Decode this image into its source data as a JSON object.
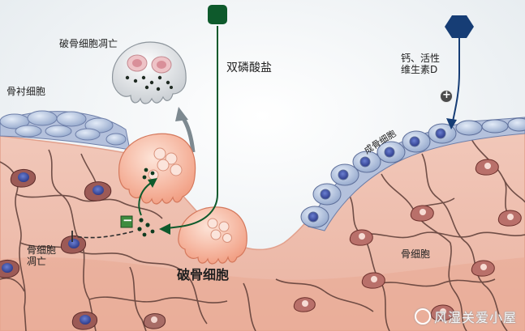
{
  "labels": {
    "osteoclast_apoptosis": "破骨细胞凋亡",
    "lining_cell": "骨衬细胞",
    "bisphosphonate": "双磷酸盐",
    "calcium_vitd": "钙、活性\n维生素D",
    "osteoblast": "成骨细胞",
    "osteocyte_apoptosis": "骨细胞\n凋亡",
    "osteoclast": "破骨细胞",
    "osteocyte": "骨细胞"
  },
  "signs": {
    "minus": "−",
    "plus": "+"
  },
  "watermark": "风湿关爱小屋",
  "colors": {
    "bone": "#f0c1b1",
    "bone_edge": "#e7a995",
    "osteoclast": "#f6b8a0",
    "osteoblast": "#9fb1d3",
    "bisphosphonate": "#0e5a2c",
    "vitd": "#163d75",
    "nucleus": "#3a4aa0"
  }
}
